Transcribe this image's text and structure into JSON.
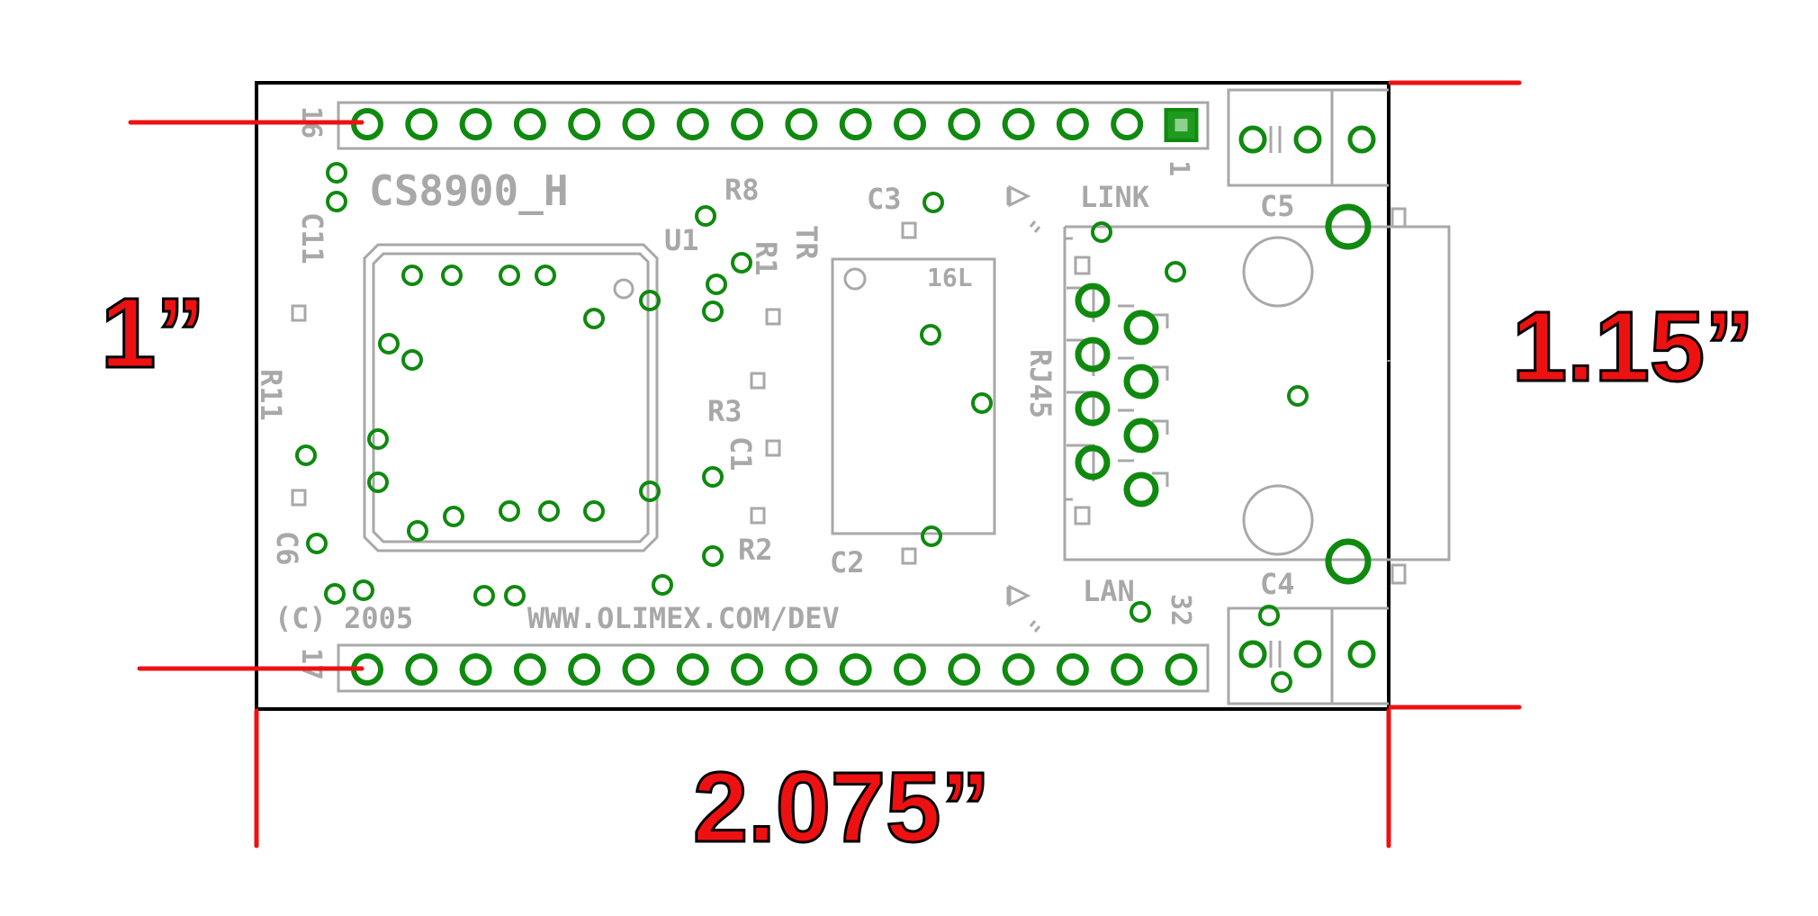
{
  "colors": {
    "silkscreen": "#a8a8a8",
    "pad": "#0f8a0f",
    "pad_fill": "#1f9a1f",
    "outline": "#000000",
    "dimension": "#ee1111",
    "background": "#ffffff"
  },
  "board": {
    "name": "CS8900_H",
    "copyright": "(C) 2005",
    "website": "WWW.OLIMEX.COM/DEV",
    "pin_labels": {
      "p16": "16",
      "p1": "1",
      "p17": "17",
      "p32": "32"
    },
    "designators": {
      "R8": "R8",
      "U1": "U1",
      "R1": "R1",
      "TR": "TR",
      "C3": "C3",
      "C5": "C5",
      "C4": "C4",
      "C11": "C11",
      "R11": "R11",
      "C6": "C6",
      "R3": "R3",
      "C1": "C1",
      "R2": "R2",
      "C2": "C2",
      "RJ45": "RJ45",
      "LINK": "LINK",
      "LAN": "LAN",
      "TR_PIN": "16L"
    }
  },
  "dimensions": {
    "height_inner": "1”",
    "height_outer": "1.15”",
    "width": "2.075”"
  }
}
